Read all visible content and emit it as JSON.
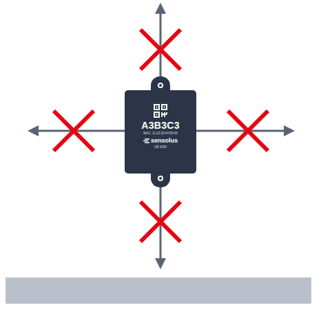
{
  "diagram": {
    "nodes": [
      {
        "text": [
          "A3B3C3",
          "MAC: 11:22:33:44:55:66",
          "sensolus",
          "GB 3000"
        ]
      }
    ]
  }
}
